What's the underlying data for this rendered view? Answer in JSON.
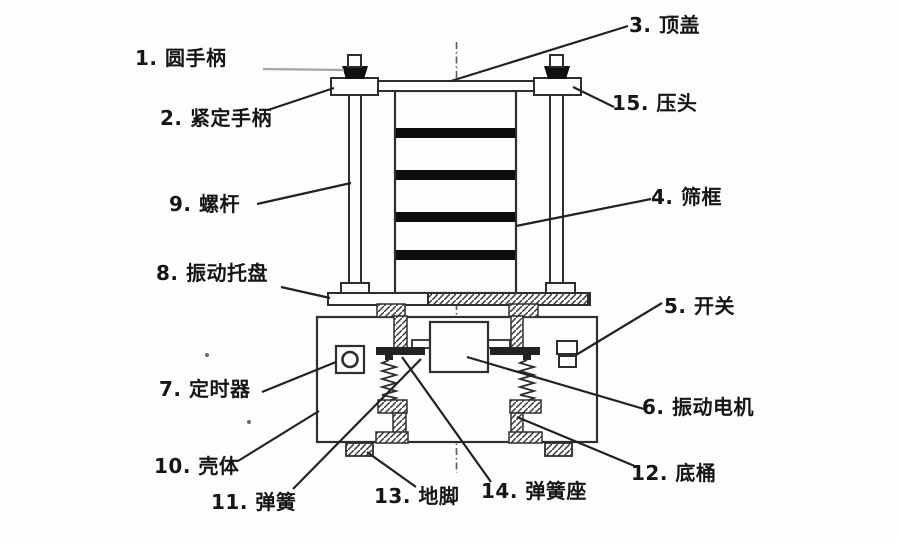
{
  "diagram": {
    "kind": "technical-line-drawing",
    "colors": {
      "background": "#fdfdfd",
      "line": "#2e2e2e",
      "label_text": "#161616",
      "sieve_band": "#0d0d0d",
      "knob_fill": "#111111",
      "leader_gray": "#a6a6a6"
    }
  },
  "labels": [
    {
      "number": "1",
      "part": "圆手柄",
      "text": "1. 圆手柄"
    },
    {
      "number": "2",
      "part": "紧定手柄",
      "text": "2. 紧定手柄"
    },
    {
      "number": "3",
      "part": "顶盖",
      "text": "3. 顶盖"
    },
    {
      "number": "4",
      "part": "筛框",
      "text": "4. 筛框"
    },
    {
      "number": "5",
      "part": "开关",
      "text": "5. 开关"
    },
    {
      "number": "6",
      "part": "振动电机",
      "text": "6. 振动电机"
    },
    {
      "number": "7",
      "part": "定时器",
      "text": "7. 定时器"
    },
    {
      "number": "8",
      "part": "振动托盘",
      "text": "8. 振动托盘"
    },
    {
      "number": "9",
      "part": "螺杆",
      "text": "9. 螺杆"
    },
    {
      "number": "10",
      "part": "壳体",
      "text": "10. 壳体"
    },
    {
      "number": "11",
      "part": "弹簧",
      "text": "11. 弹簧"
    },
    {
      "number": "12",
      "part": "底桶",
      "text": "12. 底桶"
    },
    {
      "number": "13",
      "part": "地脚",
      "text": "13. 地脚"
    },
    {
      "number": "14",
      "part": "弹簧座",
      "text": "14. 弹簧座"
    },
    {
      "number": "15",
      "part": "压头",
      "text": "15. 压头"
    }
  ]
}
